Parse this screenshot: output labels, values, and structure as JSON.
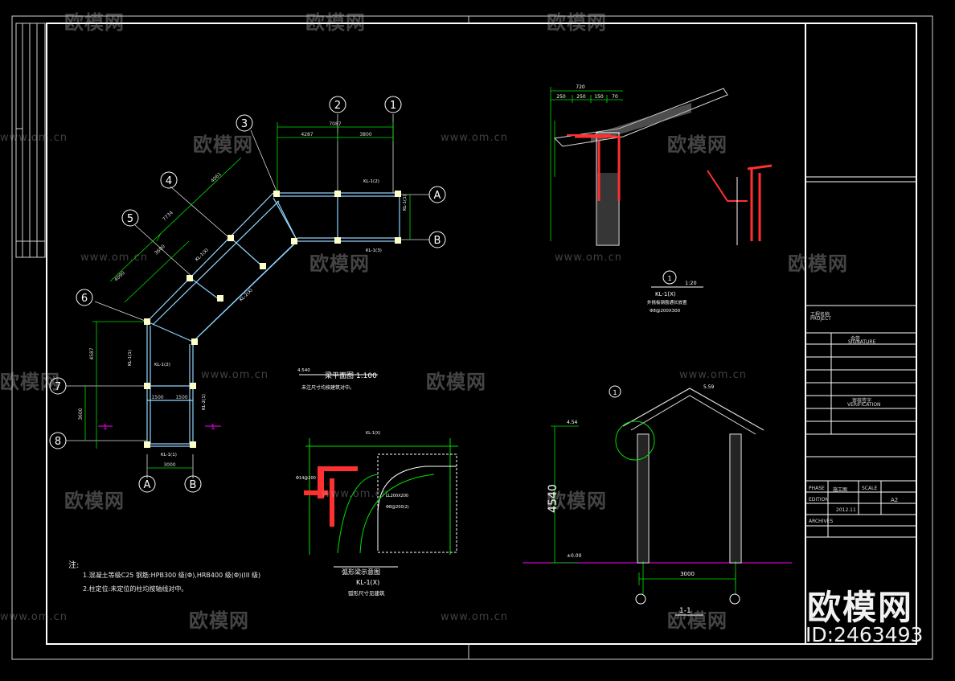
{
  "drawing": {
    "plan_title": "梁平面图 1:100",
    "plan_subtitle": "未注尺寸均按建筑对中。",
    "plan_elev": "4.540",
    "arch_title": "弧形梁示意图",
    "arch_label": "KL-1(X)",
    "arch_subtitle": "弧形尺寸见建筑",
    "detail1_scale": "1:20",
    "detail1_label": "KL-1(X)",
    "detail1_note1": "外挑板钢筋通长放置",
    "detail1_note2": "Φ8@200X300",
    "section_label": "1-1",
    "section_height": "4540",
    "section_width": "3000",
    "section_ground": "±0.00",
    "section_top": "4.54",
    "section_ridge": "5.59",
    "notes_heading": "注:",
    "note1": "1.混凝土等级C25  钢筋:HPB300  级(Φ),HRB400  级(Φ)(III 级)",
    "note2": "2.柱定位:未定位的柱均按轴线对中。"
  },
  "grid_labels": {
    "g1": "1",
    "g2": "2",
    "g3": "3",
    "g4": "4",
    "g5": "5",
    "g6": "6",
    "g7": "7",
    "g8": "8",
    "gA": "A",
    "gB": "B",
    "gA2": "A",
    "gB2": "B"
  },
  "dims": {
    "d_top_total": "7087",
    "d_top_left": "4287",
    "d_top_right": "3800",
    "d_bottom": "3000",
    "d_left_upper": "4587",
    "d_left_lower": "3600",
    "d_diag_outer": "7734",
    "d_diag_mid": "3600",
    "d_diag_a": "4061",
    "d_diag_b": "4090",
    "d_span1": "1500",
    "d_span2": "1500",
    "d_sec_720": "720",
    "d_sec_250": "250",
    "d_sec_250b": "250",
    "d_sec_150": "150",
    "d_sec_70": "70"
  },
  "beam_labels": {
    "kl1": "KL-1(2)",
    "kl2": "KL-1(1)",
    "kl3": "KL-1(3)",
    "kl4": "KL-1(1)",
    "kl5": "KL-1(2)",
    "kl6": "KL-2(1)",
    "kl7": "KL-1(X)",
    "kl8": "KL-2(X)",
    "kl9": "KL-1(1)"
  },
  "title_block": {
    "project": "工程名称",
    "project_en": "PROJECT",
    "signature": "会签",
    "signature_en": "SIGNATURE",
    "verification": "审核签字",
    "verification_en": "VERIFICATION",
    "phase": "PHASE",
    "phase_val": "施工图",
    "scale": "SCALE",
    "scale_val": "A2",
    "edition": "EDITION",
    "date_val": "2012.11",
    "archives": "ARCHIVES",
    "brand": "欧模网",
    "id": "ID:2463493"
  },
  "watermark": {
    "brand": "欧模网",
    "url": "www.om.cn"
  },
  "colors": {
    "background": "#000000",
    "frame": "#ffffff",
    "dimension": "#00e000",
    "beam": "#8fd4ff",
    "rebar": "#ff3030",
    "axis_magenta": "#ff00ff",
    "text_yellow": "#ffff40"
  }
}
